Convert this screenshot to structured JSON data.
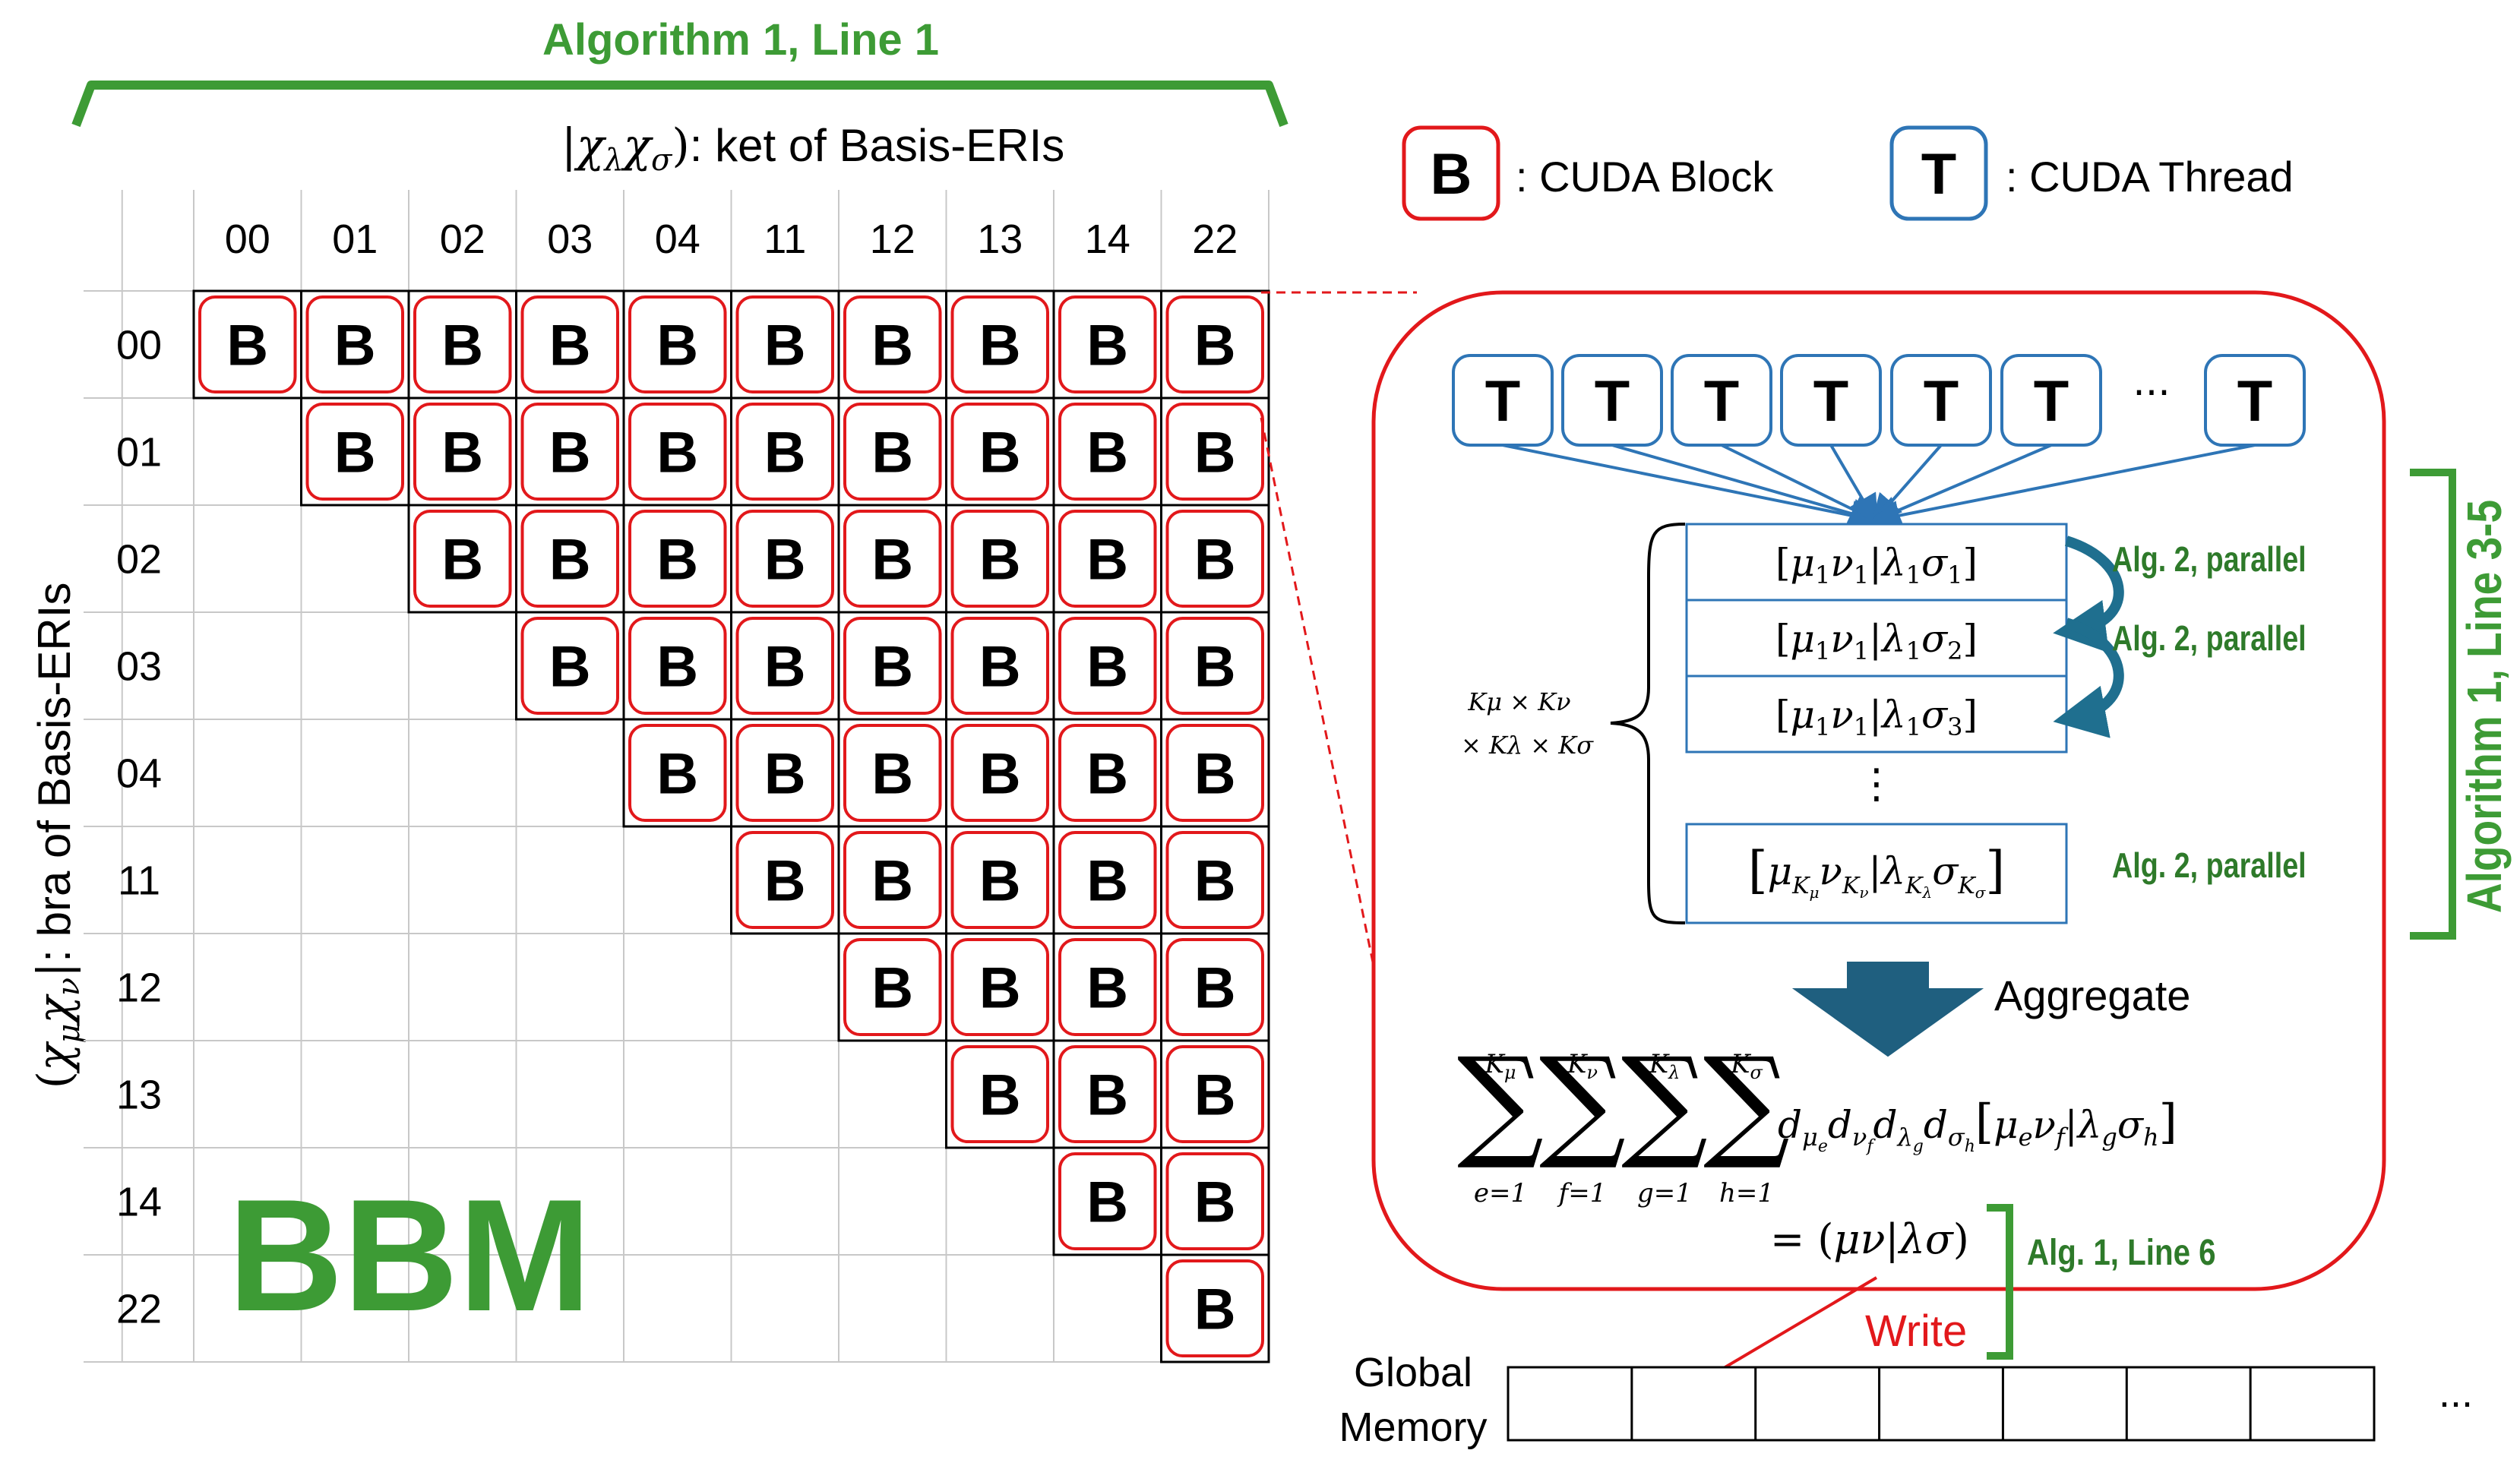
{
  "header": {
    "alg_line1": "Algorithm 1, Line 1",
    "ket_label": "|χλχσ): ket of Basis-ERIs",
    "bra_label": "(χμχν|: bra of Basis-ERIs"
  },
  "legend": {
    "block_symbol": "B",
    "block_text": ": CUDA Block",
    "thread_symbol": "T",
    "thread_text": ": CUDA Thread"
  },
  "grid": {
    "labels": [
      "00",
      "01",
      "02",
      "03",
      "04",
      "11",
      "12",
      "13",
      "14",
      "22"
    ],
    "block_symbol": "B",
    "watermark": "BBM"
  },
  "detail": {
    "thread_symbol": "T",
    "thread_count_shown": 7,
    "ellipsis": "···",
    "rows": [
      "[μ1ν1|λ1σ1]",
      "[μ1ν1|λ1σ2]",
      "[μ1ν1|λ1σ3]",
      "⋮",
      "[μKμνKν|λKλσKσ]"
    ],
    "parallel_label": "Alg. 2, parallel",
    "k_product_line1": "Kμ × Kν",
    "k_product_line2": "× Kλ × Kσ",
    "alg_line3_5": "Algorithm 1, Line 3-5",
    "aggregate": "Aggregate",
    "formula_sum": "∑∑∑∑ dμe dνf dλg dσh [μeνf|λgσh]",
    "formula_result": "= (μν|λσ)",
    "alg_line6": "Alg. 1, Line 6",
    "write": "Write"
  },
  "memory": {
    "label_line1": "Global",
    "label_line2": "Memory",
    "cell_count": 7,
    "ellipsis": "..."
  },
  "colors": {
    "green": "#3d9b35",
    "dark_green": "#2e7a2a",
    "red": "#e2181b",
    "blue": "#2e75b6",
    "arrow_blue": "#1f5f7f",
    "grid_line": "#c8c8c8"
  }
}
